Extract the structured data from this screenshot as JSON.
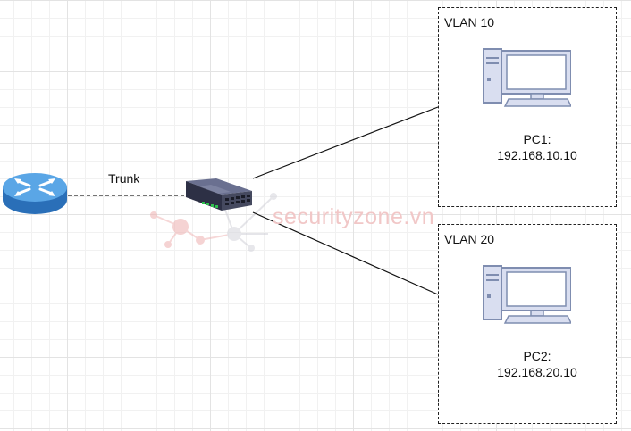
{
  "diagram": {
    "trunk_label": "Trunk",
    "watermark": "securityzone.vn",
    "vlans": [
      {
        "title": "VLAN 10",
        "pc_name": "PC1:",
        "pc_ip": "192.168.10.10"
      },
      {
        "title": "VLAN 20",
        "pc_name": "PC2:",
        "pc_ip": "192.168.20.10"
      }
    ],
    "colors": {
      "router": "#3d8fd6",
      "switch": "#3a3d52",
      "switch_ports": "#2fbf4f",
      "pc_stroke": "#7f8db0",
      "pc_fill": "#d9def0",
      "watermark": "#f1c7c7"
    }
  }
}
